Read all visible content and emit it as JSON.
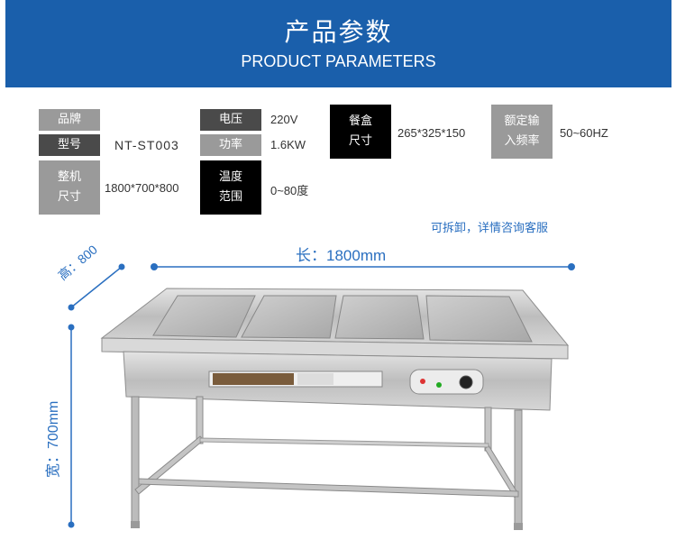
{
  "header": {
    "title_cn": "产品参数",
    "title_en": "PRODUCT PARAMETERS"
  },
  "params": {
    "brand_label": "品牌",
    "brand_value": "",
    "model_label": "型号",
    "model_value": "NT-ST003",
    "size_label_1": "整机",
    "size_label_2": "尺寸",
    "size_value": "1800*700*800",
    "voltage_label": "电压",
    "voltage_value": "220V",
    "power_label": "功率",
    "power_value": "1.6KW",
    "temp_label_1": "温度",
    "temp_label_2": "范围",
    "temp_value": "0~80度",
    "box_label_1": "餐盒",
    "box_label_2": "尺寸",
    "box_value": "265*325*150",
    "freq_label_1": "额定输",
    "freq_label_2": "入频率",
    "freq_value": "50~60HZ"
  },
  "note": "可拆卸，详情咨询客服",
  "dimensions": {
    "length": "长：1800mm",
    "height": "高：800",
    "width": "宽：700mm"
  },
  "colors": {
    "header_bg": "#1a5fab",
    "accent": "#2a6fc0"
  }
}
